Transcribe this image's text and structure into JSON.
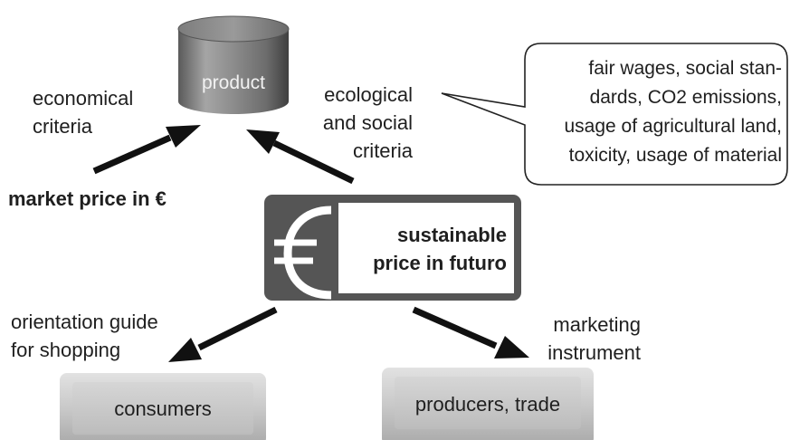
{
  "product": {
    "label": "product"
  },
  "left_criteria": {
    "line1": "economical",
    "line2": "criteria"
  },
  "right_criteria": {
    "line1": "ecological",
    "line2": "and social",
    "line3": "criteria"
  },
  "callout": {
    "line1": "fair wages, social stan-",
    "line2": "dards, CO2 emissions,",
    "line3": "usage of agricultural land,",
    "line4": "toxicity, usage of material"
  },
  "market_price": {
    "label": "market price in €"
  },
  "sustainable": {
    "line1": "sustainable",
    "line2": "price in futuro",
    "logo_glyph": "€"
  },
  "orientation": {
    "line1": "orientation guide",
    "line2": "for shopping"
  },
  "marketing": {
    "line1": "marketing",
    "line2": "instrument"
  },
  "consumers": {
    "label": "consumers"
  },
  "producers": {
    "label": "producers, trade"
  },
  "colors": {
    "cylinder": "#8a8a8a",
    "box_frame": "#555555",
    "arrow": "#111111",
    "lower_box": "#bdbdbd"
  }
}
